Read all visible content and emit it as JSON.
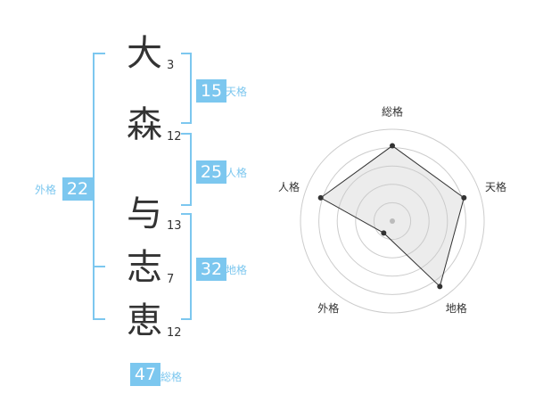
{
  "name_chars": [
    {
      "char": "大",
      "strokes": "3"
    },
    {
      "char": "森",
      "strokes": "12"
    },
    {
      "char": "与",
      "strokes": "13"
    },
    {
      "char": "志",
      "strokes": "7"
    },
    {
      "char": "恵",
      "strokes": "12"
    }
  ],
  "scores": {
    "tenkaku": {
      "value": "15",
      "label": "天格"
    },
    "jinkaku": {
      "value": "25",
      "label": "人格"
    },
    "chikaku": {
      "value": "32",
      "label": "地格"
    },
    "gaikaku": {
      "value": "22",
      "label": "外格"
    },
    "soukaku": {
      "value": "47",
      "label": "総格"
    }
  },
  "colors": {
    "accent": "#7cc7ef",
    "text": "#333333"
  },
  "chart_data": {
    "type": "radar",
    "categories": [
      "総格",
      "天格",
      "地格",
      "外格",
      "人格"
    ],
    "values": [
      0.82,
      0.82,
      0.88,
      0.16,
      0.82
    ],
    "range": [
      0,
      1
    ],
    "rings": 5
  }
}
